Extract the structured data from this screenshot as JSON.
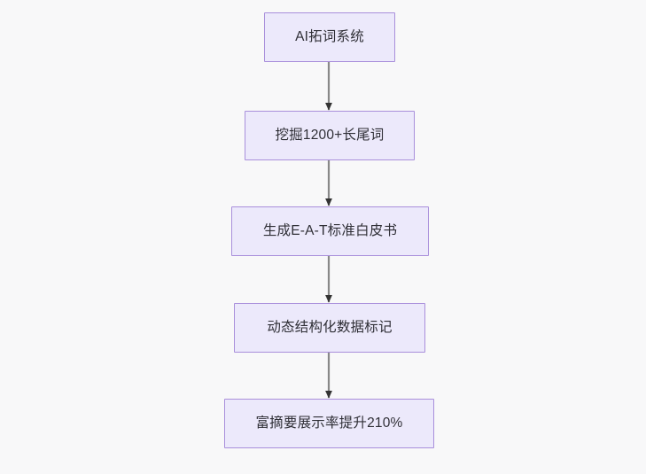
{
  "diagram": {
    "type": "flowchart",
    "orientation": "top-to-bottom",
    "background_color": "#f8f8f9",
    "node_fill_color": "#ece9fb",
    "node_border_color": "#a98fdb",
    "edge_color": "#888888",
    "text_color": "#2f2f36",
    "nodes": [
      {
        "id": "n1",
        "label": "AI拓词系统"
      },
      {
        "id": "n2",
        "label": "挖掘1200+长尾词"
      },
      {
        "id": "n3",
        "label": "生成E-A-T标准白皮书"
      },
      {
        "id": "n4",
        "label": "动态结构化数据标记"
      },
      {
        "id": "n5",
        "label": "富摘要展示率提升210%"
      }
    ],
    "edges": [
      {
        "from": "n1",
        "to": "n2",
        "arrow": "arrow-down-icon"
      },
      {
        "from": "n2",
        "to": "n3",
        "arrow": "arrow-down-icon"
      },
      {
        "from": "n3",
        "to": "n4",
        "arrow": "arrow-down-icon"
      },
      {
        "from": "n4",
        "to": "n5",
        "arrow": "arrow-down-icon"
      }
    ]
  }
}
